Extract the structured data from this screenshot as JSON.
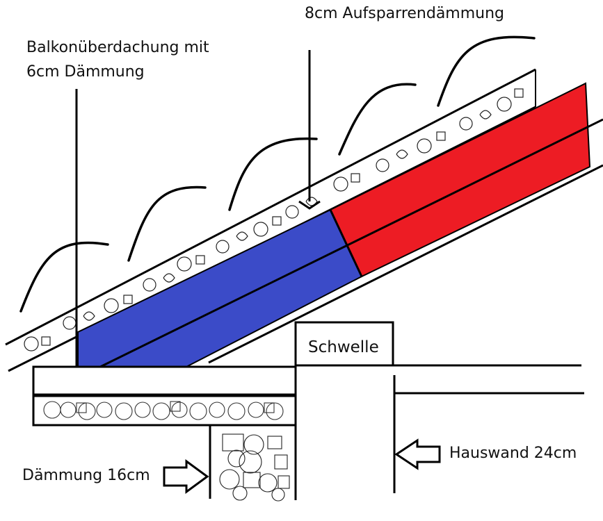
{
  "labels": {
    "aufsparren": "8cm Aufsparrendämmung",
    "balkon_line1": "Balkonüberdachung mit",
    "balkon_line2": "6cm Dämmung",
    "schwelle": "Schwelle",
    "hauswand": "Hauswand 24cm",
    "daemmung": "Dämmung 16cm"
  },
  "colors": {
    "rafter_balcony": "#3b4bc8",
    "rafter_house": "#ed1c24",
    "line": "#000000",
    "background": "#ffffff"
  }
}
